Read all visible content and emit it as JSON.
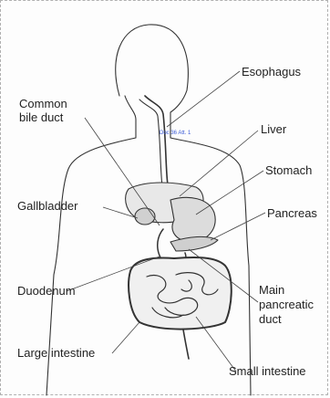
{
  "labels": {
    "esophagus": "Esophagus",
    "common_bile_duct": "Common\nbile duct",
    "liver": "Liver",
    "stomach": "Stomach",
    "gallbladder": "Gallbladder",
    "pancreas": "Pancreas",
    "duodenum": "Duodenum",
    "main_pancreatic_duct": "Main\npancreatic\nduct",
    "large_intestine": "Large intestine",
    "small_intestine": "Small intestine"
  },
  "stamp": "Doc 36 Att. 1"
}
